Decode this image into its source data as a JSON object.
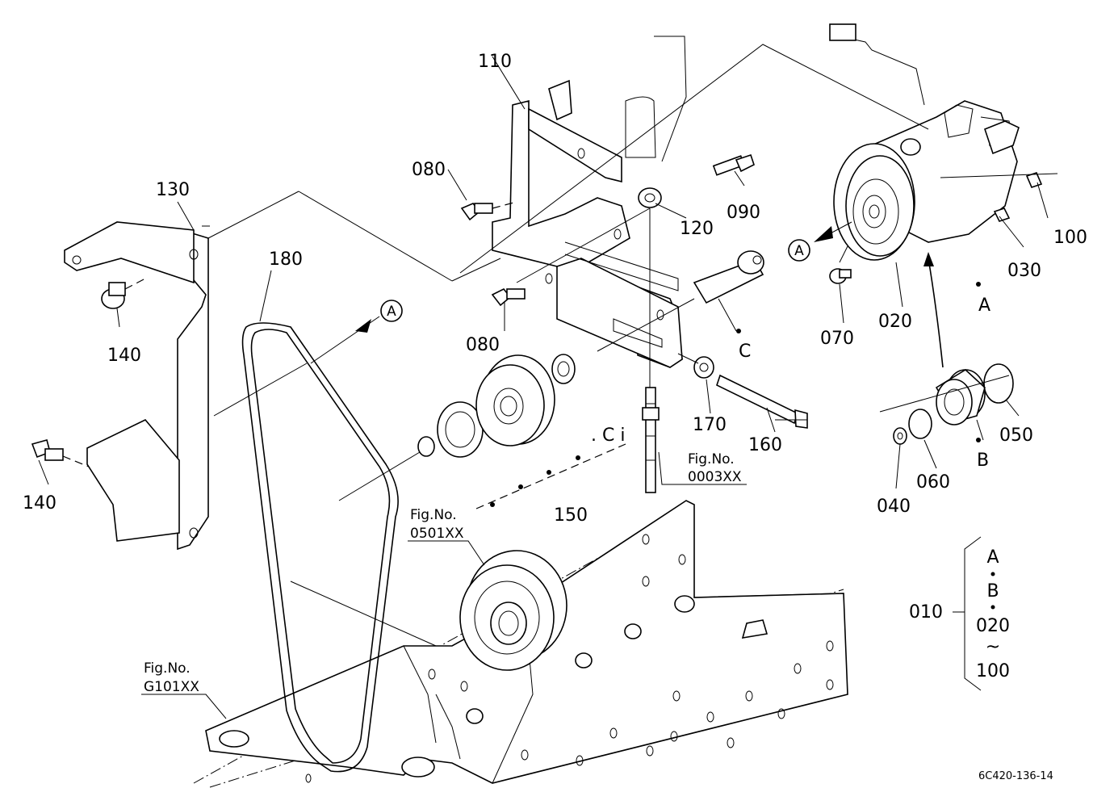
{
  "labels": {
    "p110": "110",
    "p080a": "080",
    "p090": "090",
    "p120": "120",
    "p130": "130",
    "p180": "180",
    "p140a": "140",
    "p140b": "140",
    "p080b": "080",
    "pC": "C",
    "p170": "170",
    "p160": "160",
    "p150": "150",
    "pCi": ". C i",
    "p100": "100",
    "p030": "030",
    "p070": "070",
    "p020": "020",
    "pA": "A",
    "p050": "050",
    "p060": "060",
    "pB": "B",
    "p040": "040",
    "calloutA1": "A",
    "calloutA2": "A"
  },
  "fig_refs": {
    "r1_title": "Fig.No.",
    "r1_code": "0003XX",
    "r2_title": "Fig.No.",
    "r2_code": "0501XX",
    "r3_title": "Fig.No.",
    "r3_code": "G101XX"
  },
  "assembly": {
    "label": "010",
    "items": [
      "A",
      "B",
      "020",
      "~",
      "100"
    ]
  },
  "drawing_code": "6C420-136-14"
}
